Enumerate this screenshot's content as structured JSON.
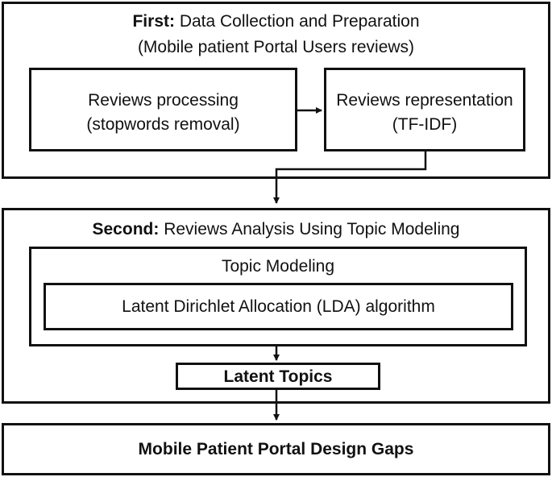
{
  "stage1": {
    "prefix": "First:",
    "title": "Data Collection and Preparation",
    "subtitle": "(Mobile patient Portal Users reviews)",
    "processing": {
      "line1": "Reviews processing",
      "line2": "(stopwords removal)"
    },
    "representation": {
      "line1": "Reviews representation",
      "line2": "(TF-IDF)"
    }
  },
  "stage2": {
    "prefix": "Second:",
    "title": "Reviews Analysis Using Topic Modeling",
    "topic_modeling": "Topic Modeling",
    "lda": "Latent Dirichlet Allocation (LDA) algorithm",
    "latent_topics": "Latent Topics"
  },
  "output": {
    "label": "Mobile Patient Portal Design Gaps"
  }
}
